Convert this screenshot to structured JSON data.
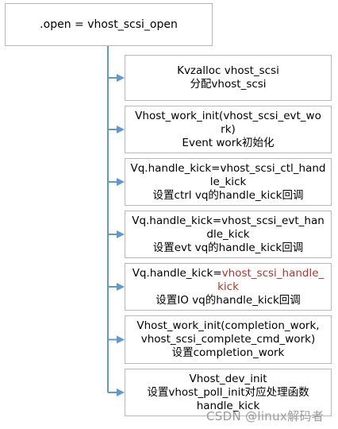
{
  "root": {
    "label": ".open = vhost_scsi_open"
  },
  "steps": [
    {
      "lines": [
        {
          "text": "Kvzalloc vhost_scsi"
        },
        {
          "text": "分配vhost_scsi"
        }
      ]
    },
    {
      "lines": [
        {
          "text": "Vhost_work_init(vhost_scsi_evt_wo"
        },
        {
          "text": "rk)"
        },
        {
          "text": "Event work初始化"
        }
      ]
    },
    {
      "lines": [
        {
          "text": "Vq.handle_kick=vhost_scsi_ctl_hand"
        },
        {
          "text": "le_kick"
        },
        {
          "text": "设置ctrl vq的handle_kick回调"
        }
      ]
    },
    {
      "lines": [
        {
          "text": "Vq.handle_kick=vhost_scsi_evt_han"
        },
        {
          "text": "dle_kick"
        },
        {
          "text": "设置evt vq的handle_kick回调"
        }
      ]
    },
    {
      "lines": [
        {
          "text": "Vq.handle_kick=",
          "highlight": "vhost_scsi_handle_"
        },
        {
          "highlight": "kick"
        },
        {
          "text": "设置IO vq的handle_kick回调"
        }
      ]
    },
    {
      "lines": [
        {
          "text": "Vhost_work_init(completion_work,"
        },
        {
          "text": "vhost_scsi_complete_cmd_work)"
        },
        {
          "text": "设置completion_work"
        }
      ]
    },
    {
      "lines": [
        {
          "text": "Vhost_dev_init"
        },
        {
          "text": "设置vhost_poll_init对应处理函数"
        },
        {
          "text": "handle_kick"
        }
      ]
    }
  ],
  "watermark": "CSDN @linux解码者",
  "colors": {
    "connector": "#5b9bd5",
    "highlight": "#c0302a",
    "border": "#b8b8b8"
  }
}
